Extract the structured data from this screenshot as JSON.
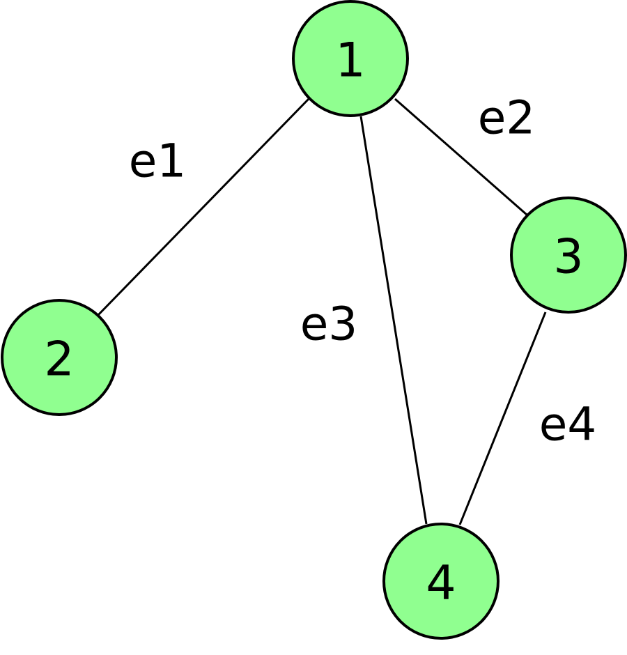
{
  "graph": {
    "node_color": "#90ff90",
    "nodes": [
      {
        "id": "1",
        "label": "1"
      },
      {
        "id": "2",
        "label": "2"
      },
      {
        "id": "3",
        "label": "3"
      },
      {
        "id": "4",
        "label": "4"
      }
    ],
    "edges": [
      {
        "id": "e1",
        "label": "e1",
        "from": "1",
        "to": "2"
      },
      {
        "id": "e2",
        "label": "e2",
        "from": "1",
        "to": "3"
      },
      {
        "id": "e3",
        "label": "e3",
        "from": "1",
        "to": "4"
      },
      {
        "id": "e4",
        "label": "e4",
        "from": "3",
        "to": "4"
      }
    ]
  }
}
